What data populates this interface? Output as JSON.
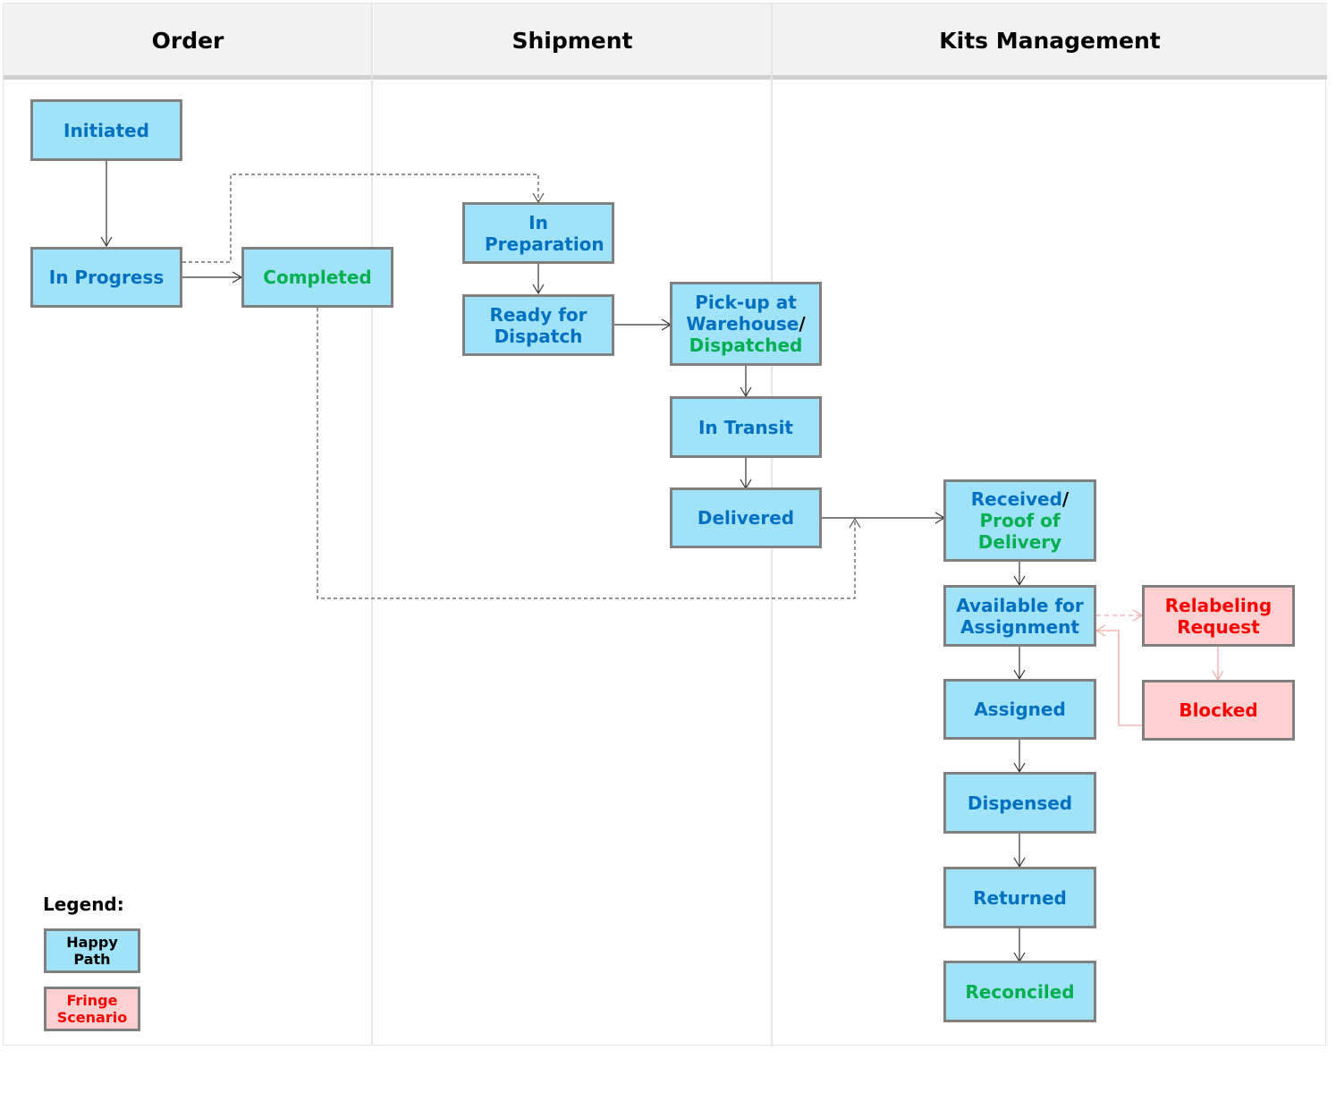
{
  "lanes": {
    "order": "Order",
    "shipment": "Shipment",
    "kits": "Kits Management"
  },
  "nodes": {
    "initiated": "Initiated",
    "in_progress": "In Progress",
    "completed": "Completed",
    "in_preparation": "In Preparation",
    "ready_for_dispatch": "Ready for Dispatch",
    "pickup_line1": "Pick-up at",
    "pickup_line2": "Warehouse",
    "pickup_slash": "/",
    "pickup_line3": "Dispatched",
    "in_transit": "In Transit",
    "delivered": "Delivered",
    "received": "Received",
    "received_slash": "/",
    "proof_of_delivery": "Proof of Delivery",
    "available_for_assignment": "Available for Assignment",
    "relabeling_request": "Relabeling Request",
    "blocked": "Blocked",
    "assigned": "Assigned",
    "dispensed": "Dispensed",
    "returned": "Returned",
    "reconciled": "Reconciled"
  },
  "legend": {
    "title": "Legend:",
    "happy_path": "Happy Path",
    "fringe_scenario": "Fringe Scenario"
  },
  "colors": {
    "happy_fill": "#a0e2f8",
    "fringe_fill": "#ffd0d0",
    "node_border": "#808080",
    "text_blue": "#0070c0",
    "text_green": "#00b050",
    "text_red": "#ff0000",
    "edge_solid": "#333333",
    "edge_dashed": "#555555",
    "edge_fringe": "#f4a6a6"
  }
}
